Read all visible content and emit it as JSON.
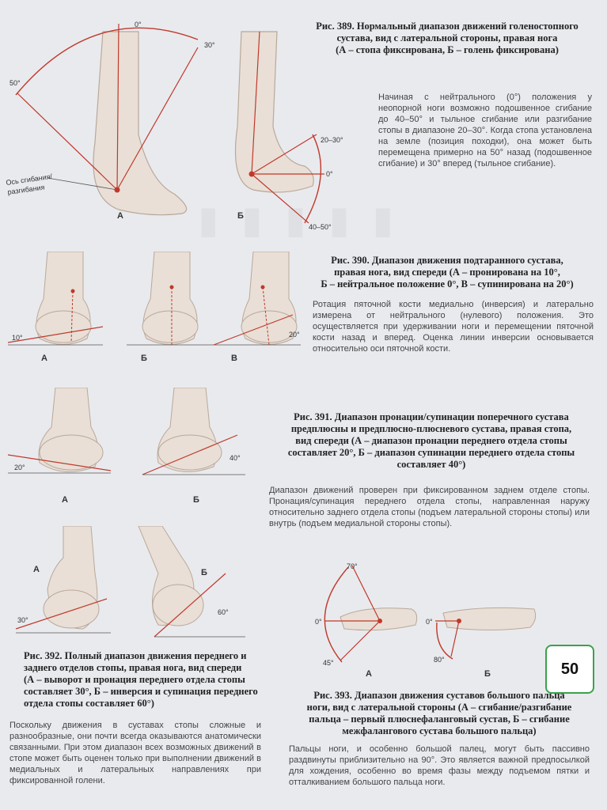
{
  "fig389": {
    "caption_l1": "Рис. 389. Нормальный диапазон движений голеностопного",
    "caption_l2": "сустава, вид с латеральной стороны, правая нога",
    "caption_l3": "(А – стопа фиксирована, Б – голень фиксирована)",
    "text": "Начиная с нейтрального (0°) положения у неопорной ноги возможно подошвенное сгибание до 40–50° и тыльное сгибание или разгибание стопы в диапазоне 20–30°. Когда стопа установлена на земле (позиция походки), она может быть перемещена примерно на 50° назад (подошвенное сгибание) и 30° вперед (тыльное сгибание).",
    "labels": {
      "a0": "0°",
      "a30": "30°",
      "a50": "50°",
      "axis": "Ось сгибания/",
      "axis2": "разгибания",
      "b2030": "20–30°",
      "b0": "0°",
      "b4050": "40–50°",
      "A": "А",
      "B": "Б"
    }
  },
  "fig390": {
    "caption_l1": "Рис. 390. Диапазон движения подтаранного сустава,",
    "caption_l2": "правая нога, вид спереди (А – пронирована на 10°,",
    "caption_l3": "Б – нейтральное положение 0°, В – супинирована на 20°)",
    "text": "Ротация пяточной кости медиально (инверсия) и латерально измерена от нейтрального (нулевого) положения. Это осуществляется при удерживании ноги и перемещении пяточной кости назад и вперед. Оценка линии инверсии основывается относительно оси пяточной кости.",
    "labels": {
      "a10": "10°",
      "a20": "20°",
      "A": "А",
      "B": "Б",
      "V": "В"
    }
  },
  "fig391": {
    "caption_l1": "Рис. 391. Диапазон пронации/супинации поперечного сустава",
    "caption_l2": "предплюсны и предплюсно-плюсневого сустава, правая стопа,",
    "caption_l3": "вид спереди (А – диапазон пронации переднего отдела стопы",
    "caption_l4": "составляет 20°, Б – диапазон супинации переднего отдела стопы",
    "caption_l5": "составляет 40°)",
    "text": "Диапазон движений проверен при фиксированном заднем отделе стопы. Пронация/супинация переднего отдела стопы, направленная наружу относительно заднего отдела стопы (подъем латеральной стороны стопы) или внутрь (подъем медиальной стороны стопы).",
    "labels": {
      "a20": "20°",
      "a40": "40°",
      "A": "А",
      "B": "Б"
    }
  },
  "fig392": {
    "caption_l1": "Рис. 392. Полный диапазон движения переднего и",
    "caption_l2": "заднего отделов стопы, правая нога, вид спереди",
    "caption_l3": "(А – выворот и пронация переднего отдела стопы",
    "caption_l4": "составляет 30°, Б – инверсия и супинация переднего",
    "caption_l5": "отдела стопы составляет 60°)",
    "text": "Поскольку движения в суставах стопы сложные и разнообразные, они почти всегда оказываются анатомически связанными. При этом диапазон всех возможных движений в стопе может быть оценен только при выполнении движений в медиальных и латеральных направлениях при фиксированной голени.",
    "labels": {
      "a30": "30°",
      "a60": "60°",
      "A": "А",
      "B": "Б"
    }
  },
  "fig393": {
    "caption_l1": "Рис. 393. Диапазон движения суставов большого пальца",
    "caption_l2": "ноги, вид с латеральной стороны (А – сгибание/разгибание",
    "caption_l3": "пальца – первый плюснефаланговый сустав, Б – сгибание",
    "caption_l4": "межфалангового сустава большого пальца)",
    "text": "Пальцы ноги, и особенно большой палец, могут быть пассивно раздвинуты приблизительно на 90°. Это является важной предпосылкой для хождения, особенно во время фазы между подъемом пятки и отталкиванием большого пальца ноги.",
    "labels": {
      "a70": "70°",
      "a0": "0°",
      "a45": "45°",
      "b0": "0°",
      "b80": "80°",
      "A": "А",
      "B": "Б"
    }
  },
  "page_number": "50",
  "colors": {
    "accent": "#c0392b",
    "skin": "#d8c2b0",
    "badge_border": "#3aa24a"
  }
}
